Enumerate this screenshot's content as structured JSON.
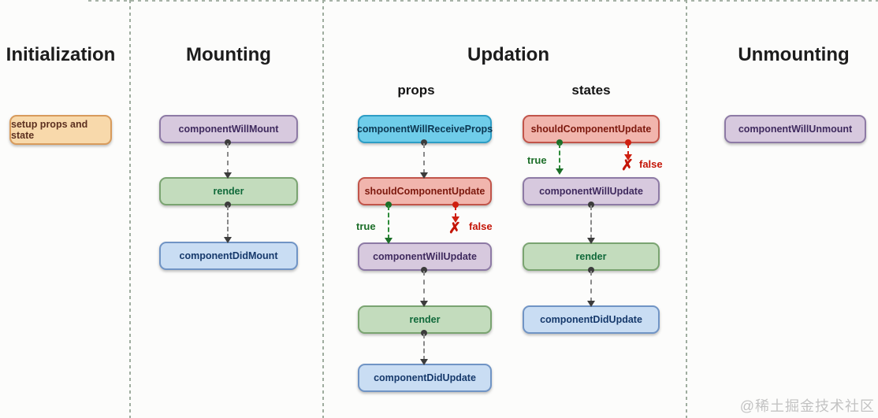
{
  "sections": {
    "initialization": {
      "title": "Initialization",
      "node": {
        "label": "setup props and state",
        "color": "#f8d9ab"
      }
    },
    "mounting": {
      "title": "Mounting",
      "nodes": [
        {
          "label": "componentWillMount",
          "color": "#d7c9de"
        },
        {
          "label": "render",
          "color": "#c3dcbd"
        },
        {
          "label": "componentDidMount",
          "color": "#c9ddf3"
        }
      ]
    },
    "updation": {
      "title": "Updation",
      "props": {
        "subtitle": "props",
        "nodes": [
          {
            "label": "componentWillReceiveProps",
            "color": "#6fcdea"
          },
          {
            "label": "shouldComponentUpdate",
            "color": "#f1b5ad"
          },
          {
            "label": "componentWillUpdate",
            "color": "#d7c9de"
          },
          {
            "label": "render",
            "color": "#c3dcbd"
          },
          {
            "label": "componentDidUpdate",
            "color": "#c9ddf3"
          }
        ]
      },
      "states": {
        "subtitle": "states",
        "nodes": [
          {
            "label": "shouldComponentUpdate",
            "color": "#f1b5ad"
          },
          {
            "label": "componentWillUpdate",
            "color": "#d7c9de"
          },
          {
            "label": "render",
            "color": "#c3dcbd"
          },
          {
            "label": "componentDidUpdate",
            "color": "#c9ddf3"
          }
        ]
      },
      "branch": {
        "true_label": "true",
        "false_label": "false",
        "false_mark": "✗",
        "true_color": "#1c6e28",
        "false_color": "#c41507"
      }
    },
    "unmounting": {
      "title": "Unmounting",
      "node": {
        "label": "componentWillUnmount",
        "color": "#d7c9de"
      }
    }
  },
  "watermark": {
    "text": "@稀土掘金技术社区"
  }
}
